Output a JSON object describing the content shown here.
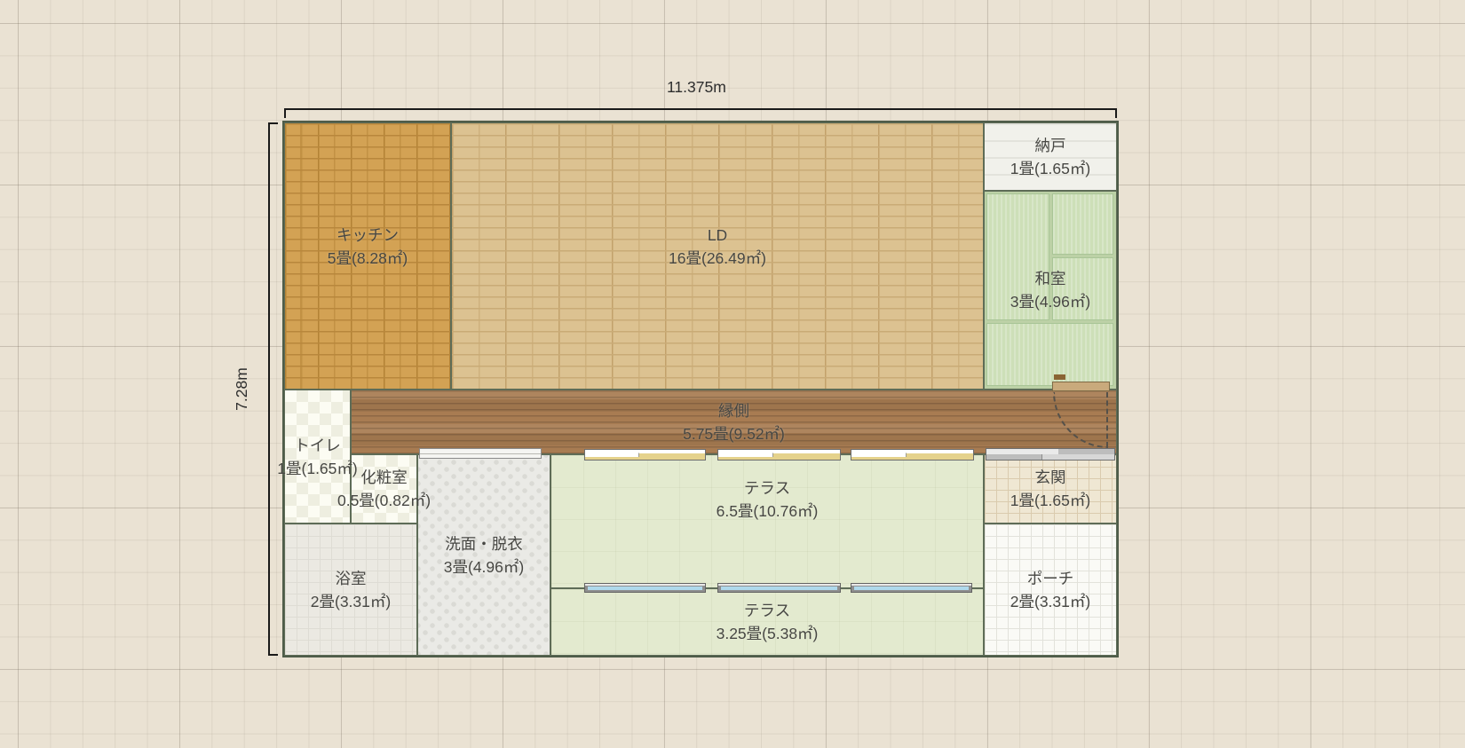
{
  "plan_title": "floor-plan",
  "dimensions": {
    "width_label": "11.375m",
    "height_label": "7.28m"
  },
  "rooms": {
    "kitchen": {
      "name": "キッチン",
      "size": "5畳(8.28㎡)"
    },
    "ld": {
      "name": "LD",
      "size": "16畳(26.49㎡)"
    },
    "nando": {
      "name": "納戸",
      "size": "1畳(1.65㎡)"
    },
    "washitsu": {
      "name": "和室",
      "size": "3畳(4.96㎡)"
    },
    "engawa": {
      "name": "縁側",
      "size": "5.75畳(9.52㎡)"
    },
    "toilet": {
      "name": "トイレ",
      "size": "1畳(1.65㎡)"
    },
    "powder": {
      "name": "化粧室",
      "size": "0.5畳(0.82㎡)"
    },
    "bath": {
      "name": "浴室",
      "size": "2畳(3.31㎡)"
    },
    "washroom": {
      "name": "洗面・脱衣",
      "size": "3畳(4.96㎡)"
    },
    "terrace1": {
      "name": "テラス",
      "size": "6.5畳(10.76㎡)"
    },
    "terrace2": {
      "name": "テラス",
      "size": "3.25畳(5.38㎡)"
    },
    "genkan": {
      "name": "玄関",
      "size": "1畳(1.65㎡)"
    },
    "porch": {
      "name": "ポーチ",
      "size": "2畳(3.31㎡)"
    }
  },
  "colors": {
    "background": "#EAE2D3",
    "wall": "#5E6C57",
    "kitchen_brick": "#D3A254",
    "ld_floor": "#DCC291",
    "engawa_wood": "#A87C52",
    "tatami": "#CDDFB8",
    "terrace": "#E3EACF",
    "window_sash_yellow": "#E5D28C",
    "window_glass_blue": "#AFD9EC",
    "genkan_tile": "#EFE7D3",
    "porch_tile": "#FAFAF6"
  }
}
